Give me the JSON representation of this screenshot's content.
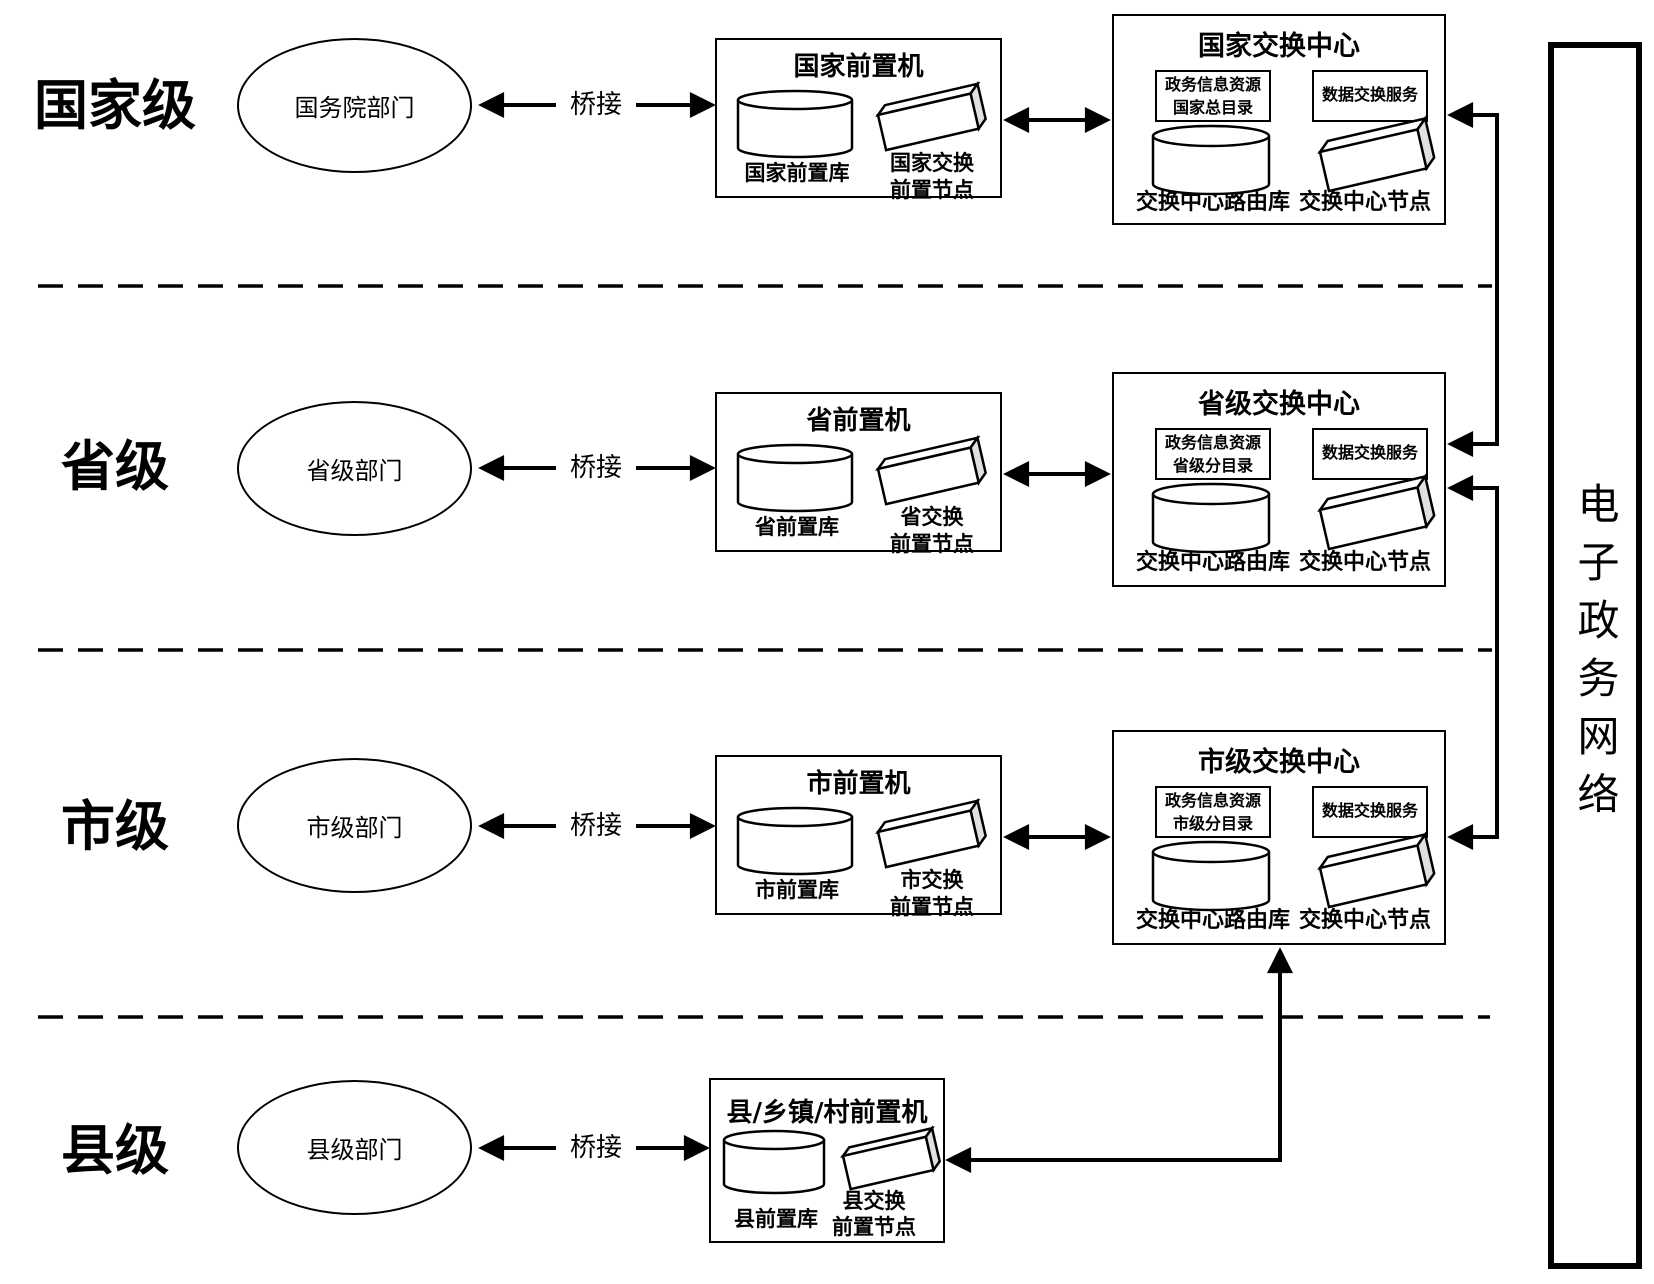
{
  "network": {
    "label": "电子政务网络"
  },
  "levels": [
    {
      "name": "国家级",
      "department": "国务院部门",
      "bridge_label": "桥接",
      "front_machine": {
        "title": "国家前置机",
        "database": "国家前置库",
        "node_line1": "国家交换",
        "node_line2": "前置节点"
      },
      "exchange_center": {
        "title": "国家交换中心",
        "catalog_line1": "政务信息资源",
        "catalog_line2": "国家总目录",
        "service": "数据交换服务",
        "router_db": "交换中心路由库",
        "node": "交换中心节点"
      }
    },
    {
      "name": "省级",
      "department": "省级部门",
      "bridge_label": "桥接",
      "front_machine": {
        "title": "省前置机",
        "database": "省前置库",
        "node_line1": "省交换",
        "node_line2": "前置节点"
      },
      "exchange_center": {
        "title": "省级交换中心",
        "catalog_line1": "政务信息资源",
        "catalog_line2": "省级分目录",
        "service": "数据交换服务",
        "router_db": "交换中心路由库",
        "node": "交换中心节点"
      }
    },
    {
      "name": "市级",
      "department": "市级部门",
      "bridge_label": "桥接",
      "front_machine": {
        "title": "市前置机",
        "database": "市前置库",
        "node_line1": "市交换",
        "node_line2": "前置节点"
      },
      "exchange_center": {
        "title": "市级交换中心",
        "catalog_line1": "政务信息资源",
        "catalog_line2": "市级分目录",
        "service": "数据交换服务",
        "router_db": "交换中心路由库",
        "node": "交换中心节点"
      }
    },
    {
      "name": "县级",
      "department": "县级部门",
      "bridge_label": "桥接",
      "front_machine": {
        "title": "县/乡镇/村前置机",
        "database": "县前置库",
        "node_line1": "县交换",
        "node_line2": "前置节点"
      }
    }
  ],
  "colors": {
    "stroke": "#000000",
    "slab_side": "#e0e0e0",
    "background": "#ffffff"
  }
}
